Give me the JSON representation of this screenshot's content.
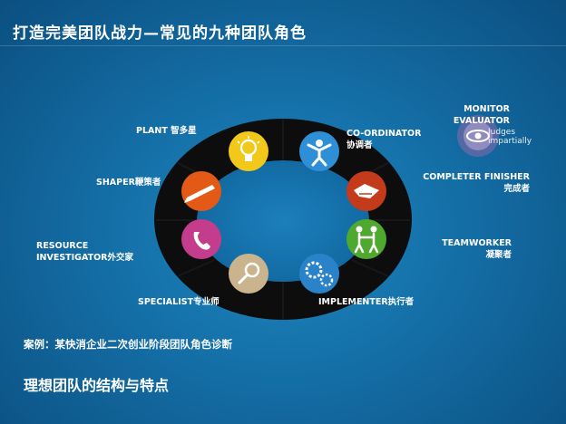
{
  "slide": {
    "title": "打造完美团队战力—常见的九种团队角色",
    "case_text": "案例：某快消企业二次创业阶段团队角色诊断",
    "subtitle": "理想团队的结构与特点"
  },
  "roles": {
    "plant": "PLANT  智多星",
    "coordinator_en": "CO-ORDINATOR",
    "coordinator_cn": "协调者",
    "shaper": "SHAPER鞭策者",
    "completer_en": "COMPLETER FINISHER",
    "completer_cn": "完成者",
    "resource_1": "RESOURCE",
    "resource_2": "INVESTIGATOR外交家",
    "teamworker_en": "TEAMWORKER",
    "teamworker_cn": "凝聚者",
    "specialist": "SPECIALIST专业师",
    "implementer": "IMPLEMENTER执行者",
    "monitor_1": "MONITOR",
    "monitor_2": "EVALUATOR",
    "monitor_overlay_1": "Judges",
    "monitor_overlay_2": "impartially"
  },
  "colors": {
    "ring": "#0d0d0d",
    "tile_yellow": "#f2c81a",
    "tile_blue": "#2f8fd6",
    "tile_red": "#c43b1c",
    "tile_green": "#4fa92e",
    "tile_blue2": "#2a83c9",
    "tile_tan": "#c9b48e",
    "tile_magenta": "#c43c8c",
    "tile_orange": "#e35a16",
    "tile_purple": "#8b6aa8"
  },
  "icons": {
    "plant": "lightbulb-icon",
    "coordinator": "people-icon",
    "completer": "handshake-icon",
    "teamworker": "holding-hands-icon",
    "implementer": "gears-icon",
    "specialist": "magnifier-icon",
    "resource": "telephone-icon",
    "shaper": "pencil-icon",
    "monitor": "eye-icon"
  }
}
